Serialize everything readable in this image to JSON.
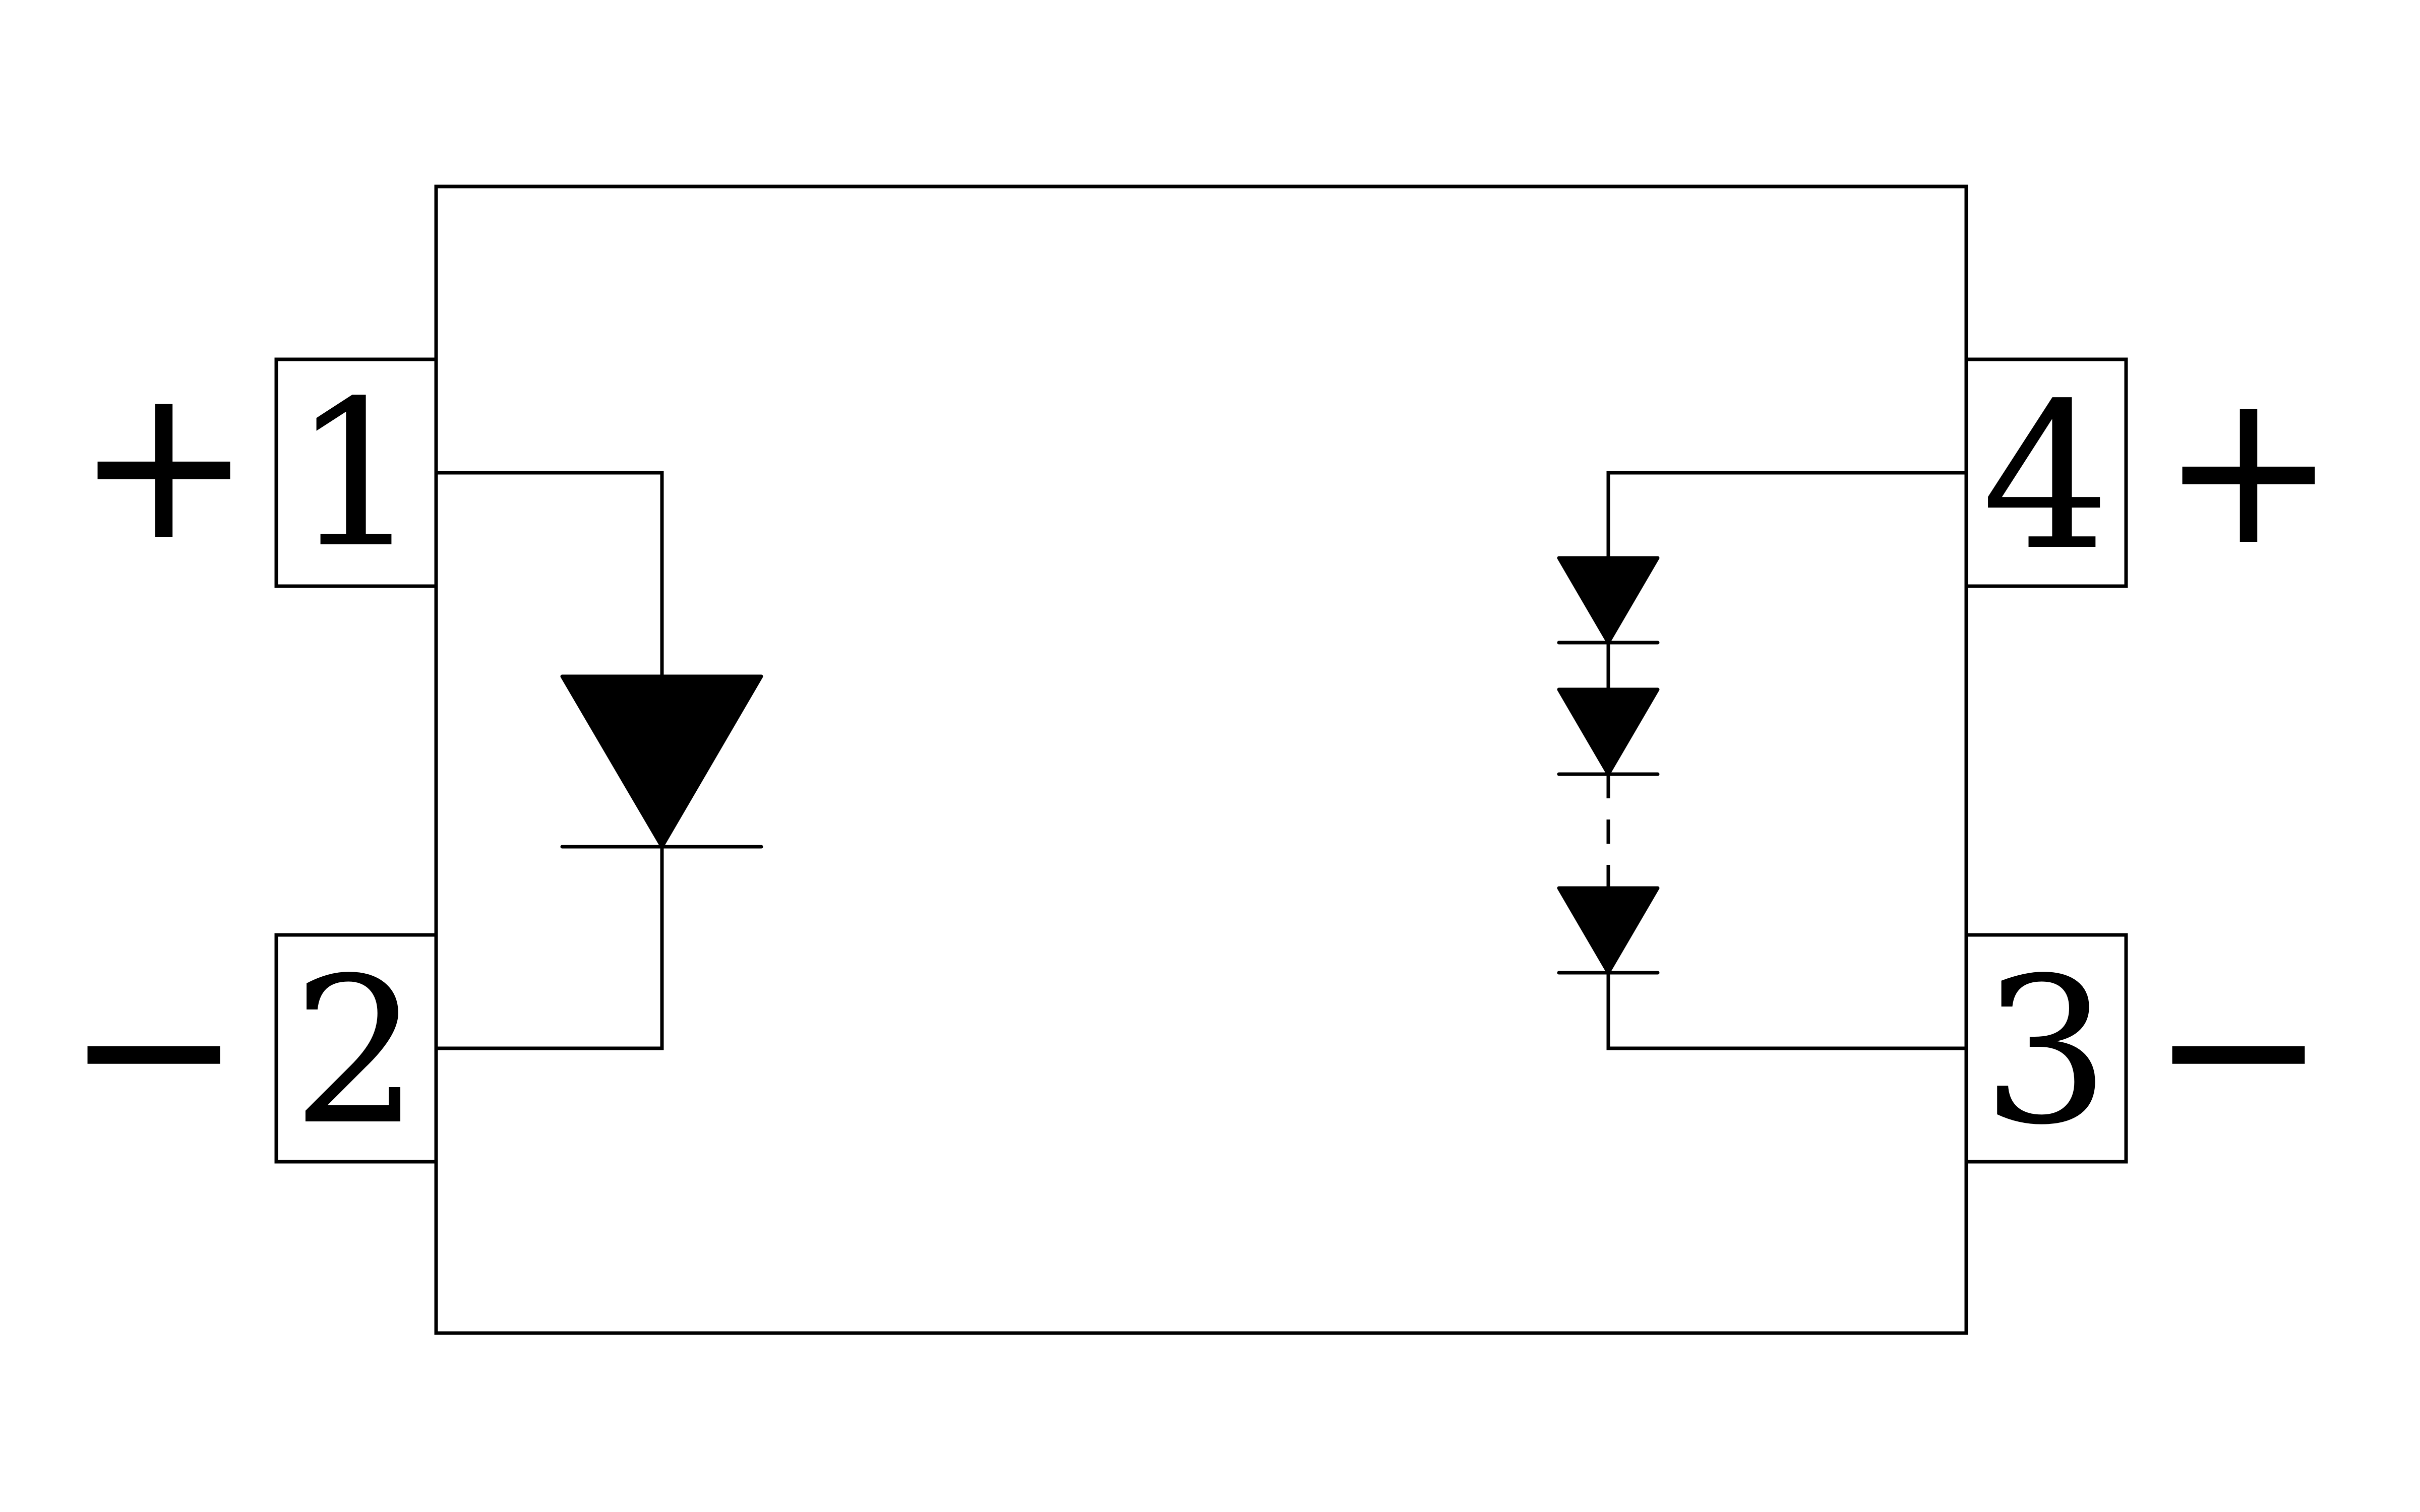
{
  "pins": [
    {
      "number": "1",
      "polarity": "+"
    },
    {
      "number": "2",
      "polarity": "−"
    },
    {
      "number": "3",
      "polarity": "−"
    },
    {
      "number": "4",
      "polarity": "+"
    }
  ]
}
